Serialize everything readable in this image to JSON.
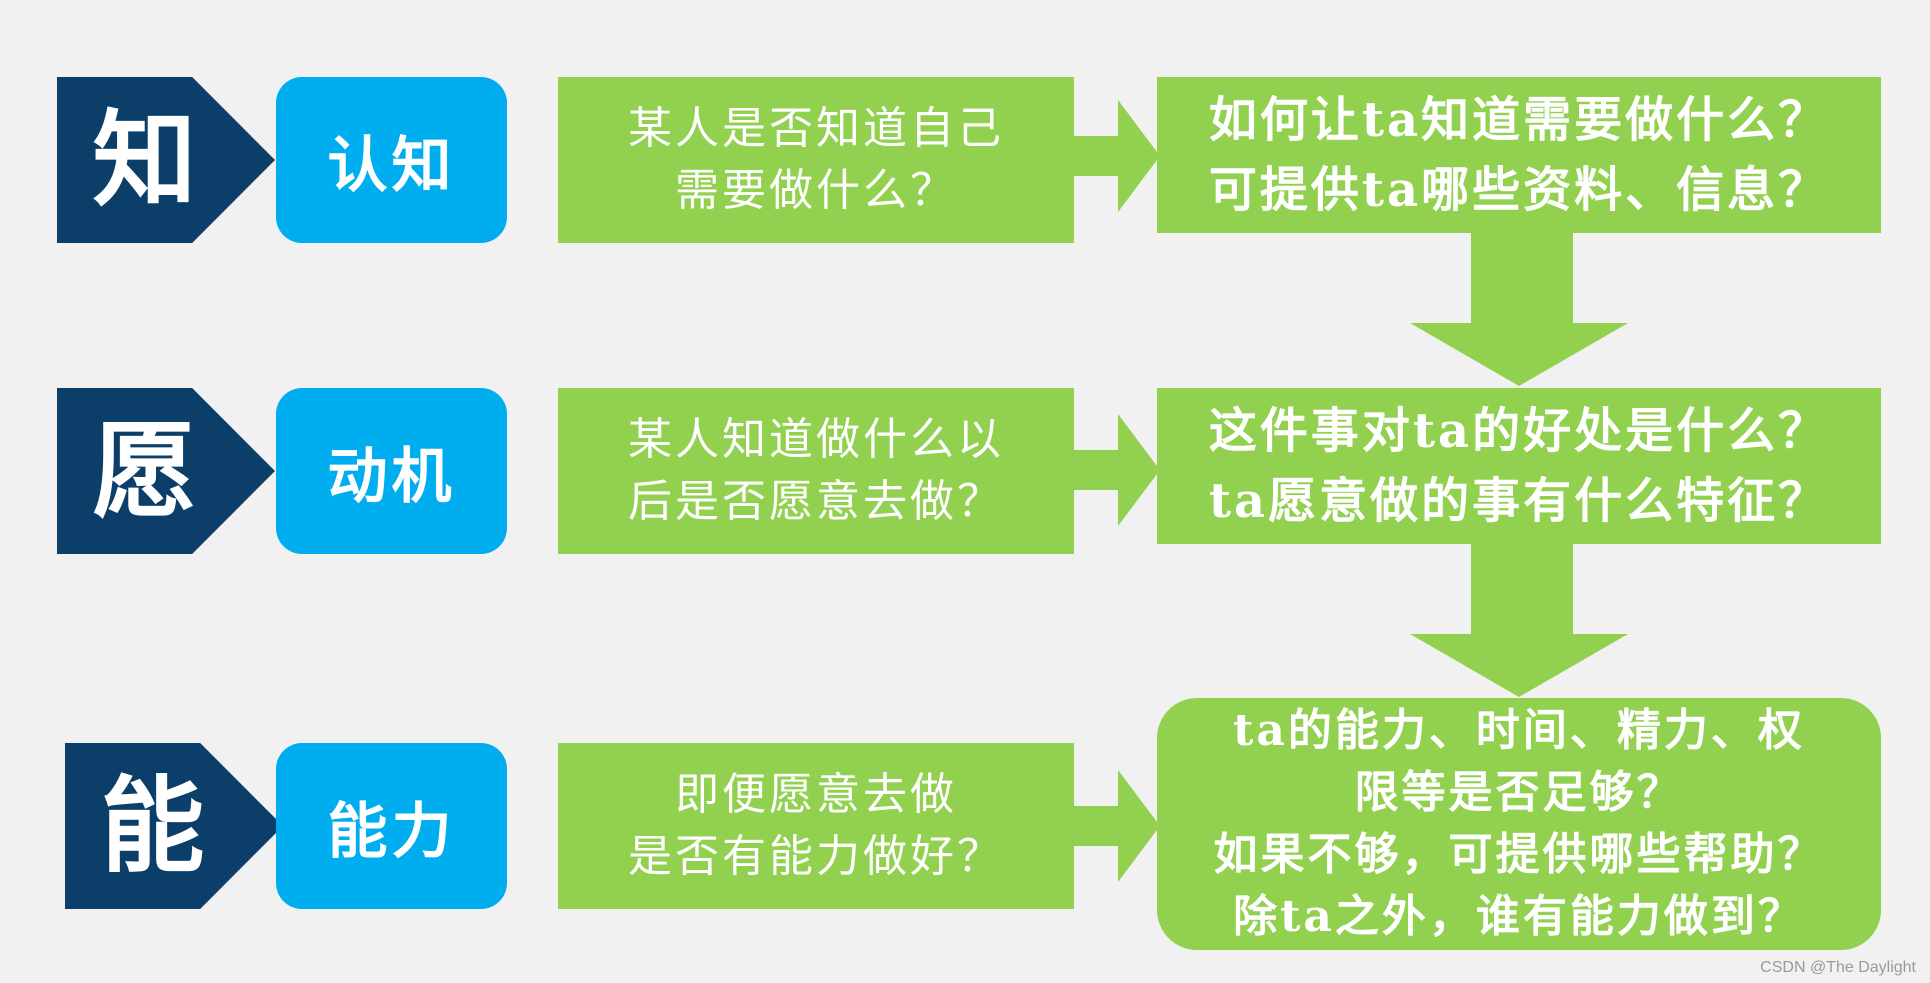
{
  "rows": [
    {
      "key": "知",
      "category": "认知",
      "question": [
        "某人是否知道自己",
        "需要做什么？"
      ],
      "answer": [
        "如何让ta知道需要做什么？",
        "可提供ta哪些资料、信息？"
      ]
    },
    {
      "key": "愿",
      "category": "动机",
      "question": [
        "某人知道做什么以",
        "后是否愿意去做？"
      ],
      "answer": [
        "这件事对ta的好处是什么？",
        "ta愿意做的事有什么特征？"
      ]
    },
    {
      "key": "能",
      "category": "能力",
      "question": [
        "即便愿意去做",
        "是否有能力做好？"
      ],
      "answer": [
        "ta的能力、时间、精力、权",
        "限等是否足够？",
        "如果不够，可提供哪些帮助？",
        "除ta之外，谁有能力做到？"
      ]
    }
  ],
  "watermark": "CSDN @The Daylight",
  "colors": {
    "navy": "#0b3f6a",
    "blue": "#00aeef",
    "green": "#92d050",
    "background": "#f1f1f1"
  }
}
